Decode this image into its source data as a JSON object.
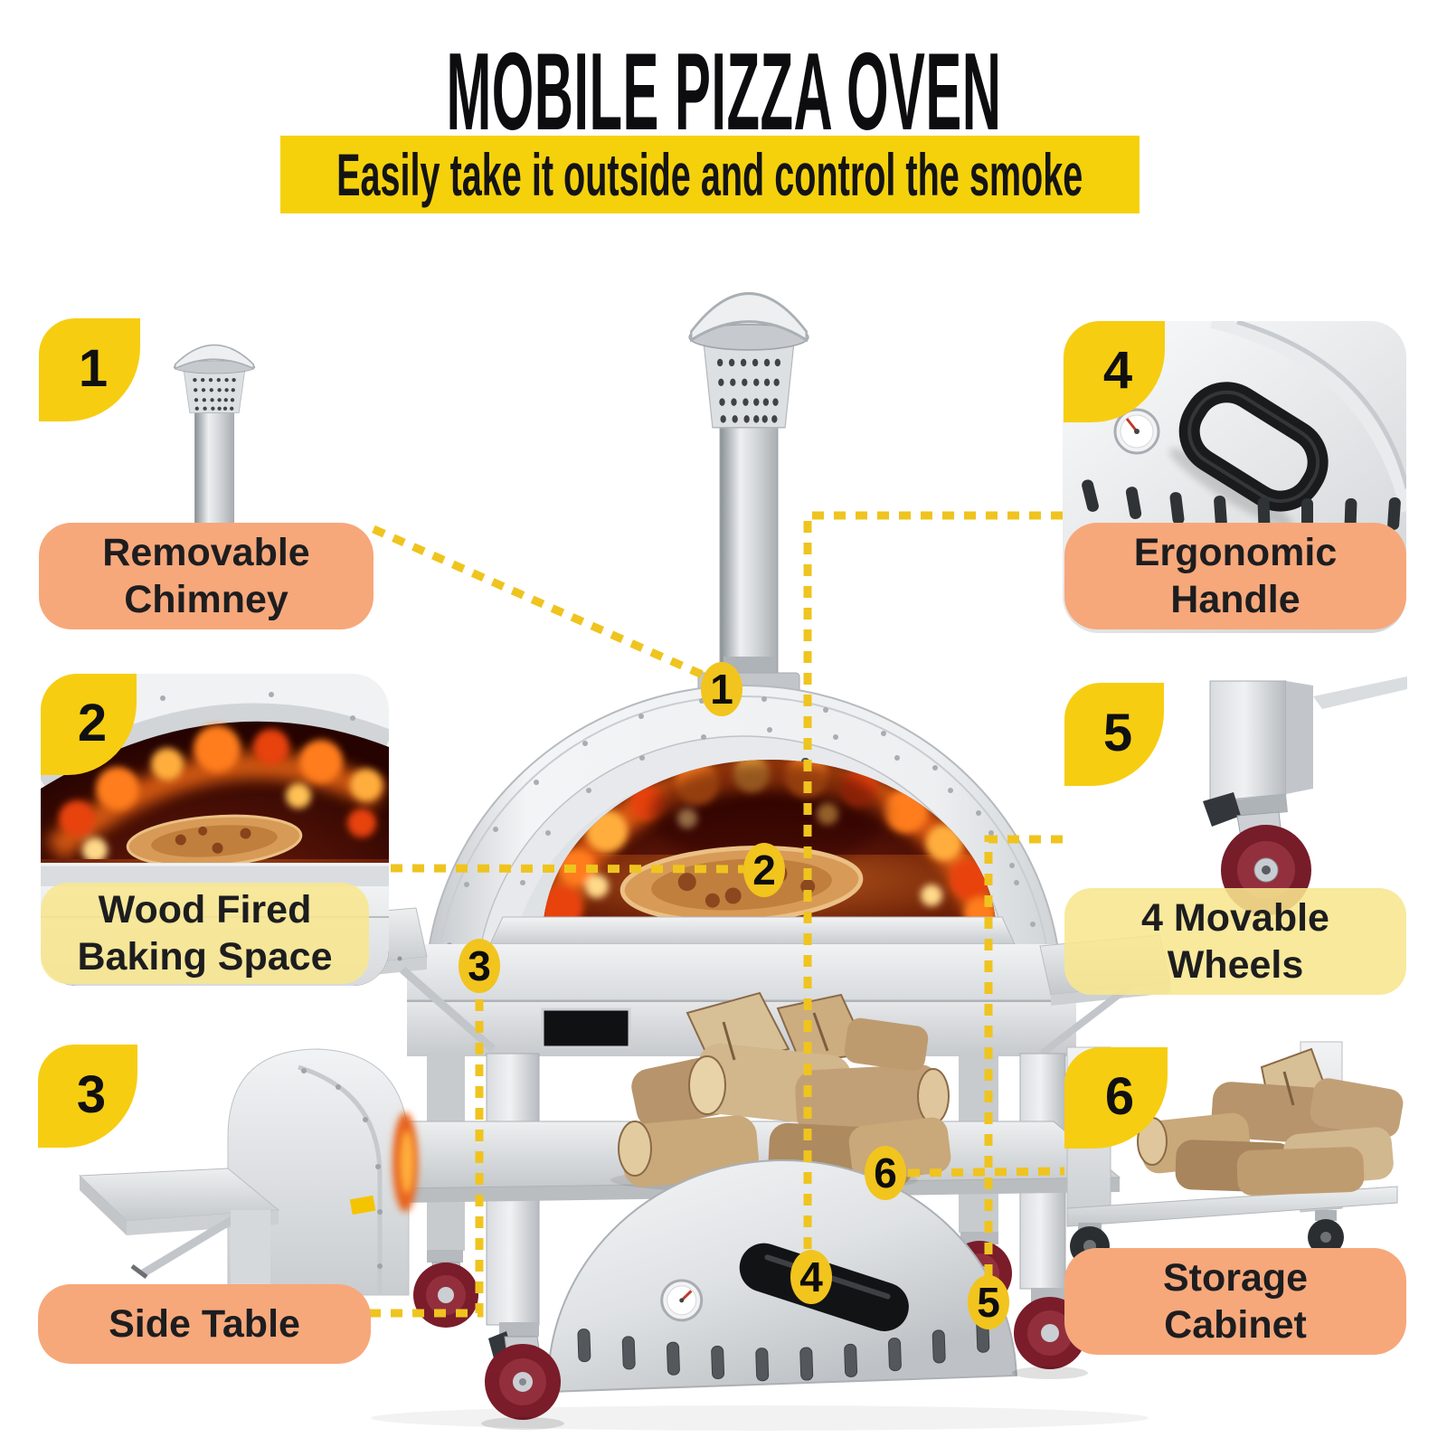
{
  "page": {
    "title": "MOBILE PIZZA OVEN",
    "subtitle": "Easily take it outside and control the smoke"
  },
  "colors": {
    "brand_yellow": "#F5D10C",
    "badge_yellow": "#F7CD12",
    "marker_yellow": "#F2C41E",
    "dashed_line_yellow": "#EFC41F",
    "peach": "#F6A87B",
    "pale_yellow": "#F8E68E",
    "pale_yellow_rgba": "rgba(248,230,142,0.88)",
    "wheel_red": "#7E1E2B",
    "text_dark": "#1D1D1F"
  },
  "features": [
    {
      "num": "1",
      "label": "Removable\nChimney",
      "style": "peach"
    },
    {
      "num": "2",
      "label": "Wood Fired\nBaking Space",
      "style": "pale-yellow"
    },
    {
      "num": "3",
      "label": "Side Table",
      "style": "peach"
    },
    {
      "num": "4",
      "label": "Ergonomic\nHandle",
      "style": "peach"
    },
    {
      "num": "5",
      "label": "4 Movable\nWheels",
      "style": "pale-yellow"
    },
    {
      "num": "6",
      "label": "Storage\nCabinet",
      "style": "peach"
    }
  ]
}
